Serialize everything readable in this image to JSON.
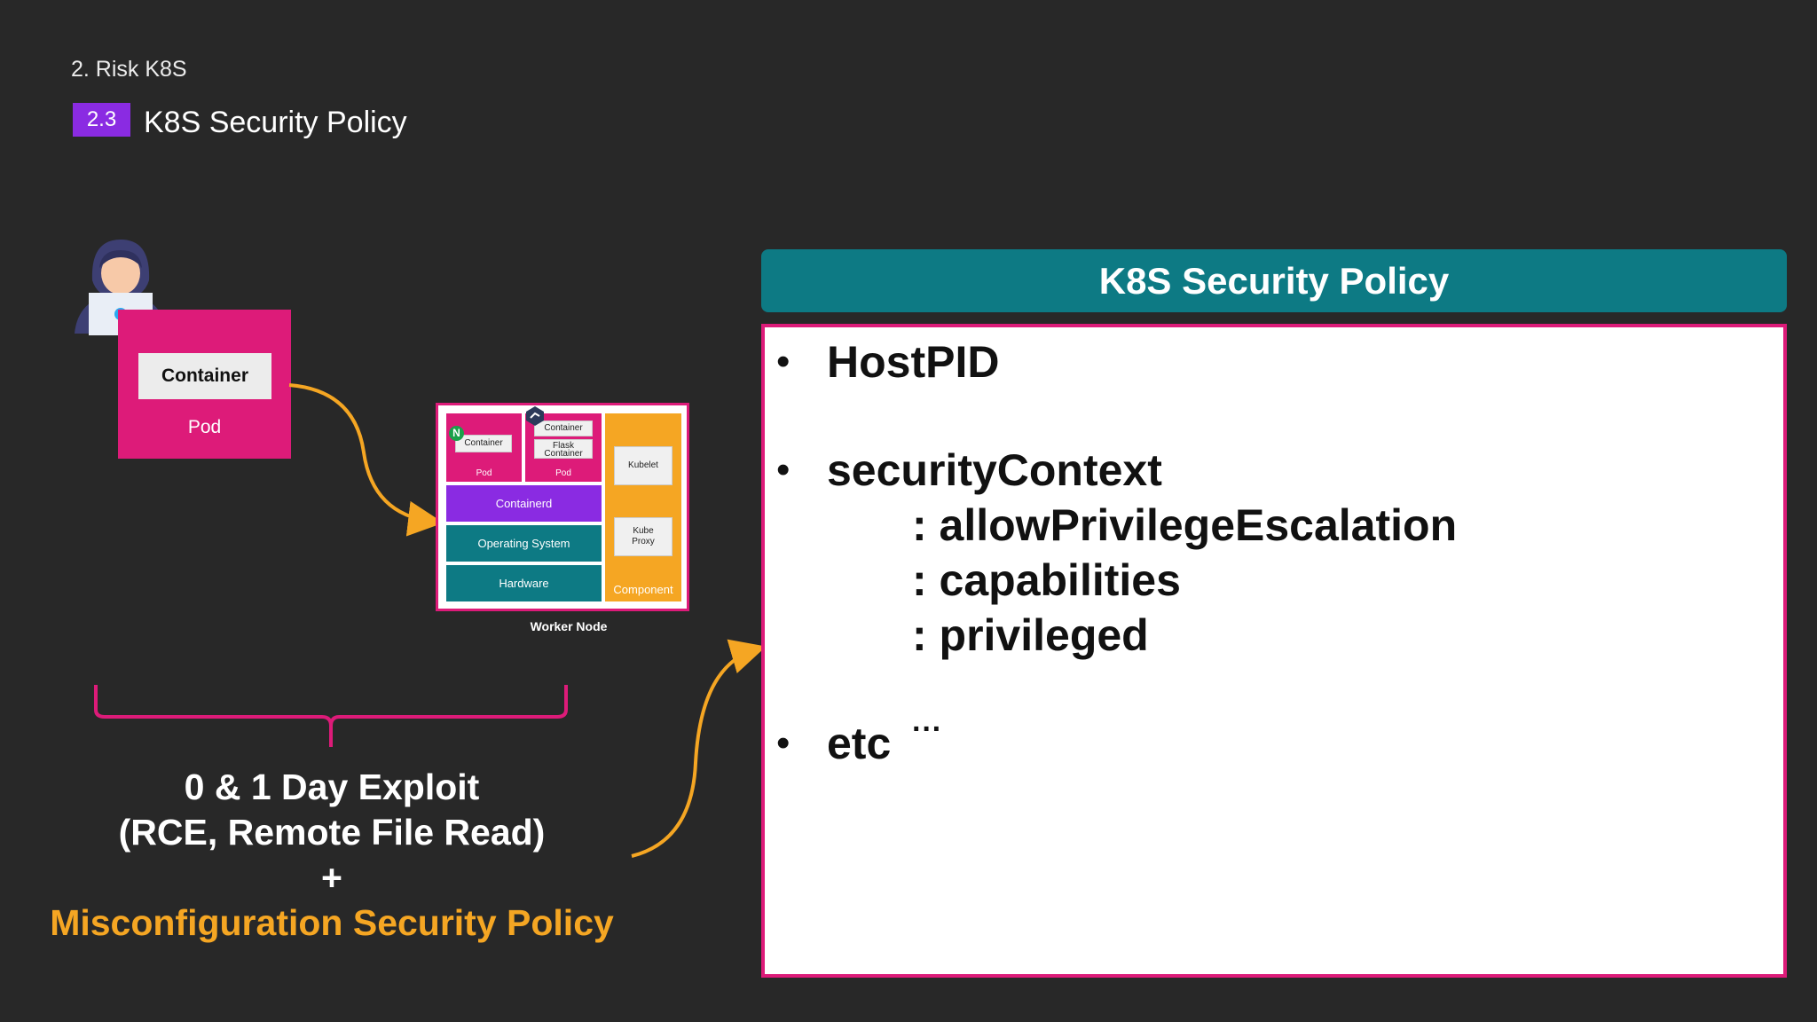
{
  "header": {
    "breadcrumb": "2. Risk K8S",
    "section_number": "2.3",
    "section_title": "K8S Security Policy"
  },
  "attacker": {
    "icon": "hacker-icon",
    "pod_container_label": "Container",
    "pod_label": "Pod"
  },
  "worker_node": {
    "pod1_container": "Container",
    "pod1_label": "Pod",
    "pod2_container_top": "Container",
    "pod2_container_flask_top": "Flask",
    "pod2_container_flask_bottom": "Container",
    "pod2_label": "Pod",
    "containerd": "Containerd",
    "operating_system": "Operating System",
    "hardware": "Hardware",
    "kubelet": "Kubelet",
    "kube_proxy_top": "Kube",
    "kube_proxy_bottom": "Proxy",
    "component": "Component",
    "label": "Worker Node",
    "nginx_icon_letter": "N"
  },
  "exploit": {
    "line1": "0 & 1 Day Exploit",
    "line2": "(RCE, Remote File Read)",
    "plus": "+",
    "line3": "Misconfiguration Security Policy"
  },
  "policy": {
    "title": "K8S Security Policy",
    "items": [
      {
        "bullet": "•",
        "label": "HostPID"
      },
      {
        "bullet": "•",
        "label": "securityContext"
      },
      {
        "bullet": "•",
        "label": "etc",
        "suffix": "···"
      }
    ],
    "subitems": [
      ": allowPrivilegeEscalation",
      ": capabilities",
      ": privileged"
    ]
  },
  "colors": {
    "background": "#282828",
    "magenta": "#dd1b79",
    "purple": "#8a2be2",
    "teal": "#0d7a84",
    "orange": "#f5a623"
  }
}
